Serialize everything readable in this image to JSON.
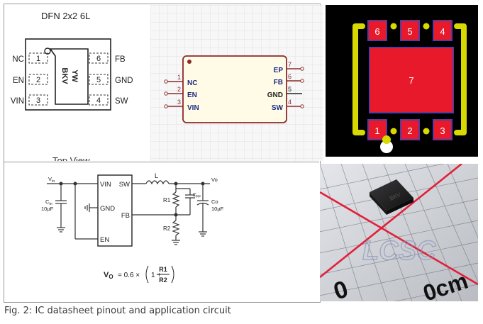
{
  "caption": "Fig. 2: IC datasheet pinout and application circuit",
  "pinout": {
    "title": "DFN 2x2 6L",
    "marking_line1": "BKV",
    "marking_line2": "YW",
    "left_pins": [
      {
        "name": "NC",
        "num": "1"
      },
      {
        "name": "EN",
        "num": "2"
      },
      {
        "name": "VIN",
        "num": "3"
      }
    ],
    "right_pins": [
      {
        "name": "FB",
        "num": "6"
      },
      {
        "name": "GND",
        "num": "5"
      },
      {
        "name": "SW",
        "num": "4"
      }
    ],
    "view_label": "Top View"
  },
  "symbol": {
    "left_pins": [
      {
        "name": "NC",
        "num": "1"
      },
      {
        "name": "EN",
        "num": "2"
      },
      {
        "name": "VIN",
        "num": "3"
      }
    ],
    "right_pins": [
      {
        "name": "EP",
        "num": "7"
      },
      {
        "name": "FB",
        "num": "6"
      },
      {
        "name": "GND",
        "num": "5"
      },
      {
        "name": "SW",
        "num": "4"
      }
    ],
    "colors": {
      "body": "#8b2a2a",
      "fill": "#fffbe6",
      "text": "#1a2a80"
    }
  },
  "footprint": {
    "top_pads": [
      "6",
      "5",
      "4"
    ],
    "center_pad": "7",
    "bottom_pads": [
      "1",
      "2",
      "3"
    ],
    "colors": {
      "pad": "#e8192a",
      "outline": "#d8d900",
      "border": "#5a3aa0"
    }
  },
  "circuit": {
    "vin_label": "V",
    "vin_sub": "in",
    "cin_label": "C",
    "cin_sub": "in",
    "cin_value": "10µF",
    "ic_pins": {
      "vin": "VIN",
      "sw": "SW",
      "gnd": "GND",
      "fb": "FB",
      "en": "EN"
    },
    "inductor": "L",
    "r1": "R1",
    "r2": "R2",
    "cff_label": "C",
    "cff_sub": "FF",
    "vo_label": "Vo",
    "co_label": "Co",
    "co_value": "10µF",
    "formula": {
      "lhs": "V",
      "lhs_sub": "O",
      "eq": "= 0.6 ×",
      "one": "1 +",
      "num": "R1",
      "den": "R2"
    }
  },
  "photo": {
    "watermark": "LCSC",
    "ruler_label": "0cm",
    "ruler_label_left": "0",
    "colors": {
      "grid": "#6a6f78",
      "red": "#e2203a"
    }
  }
}
